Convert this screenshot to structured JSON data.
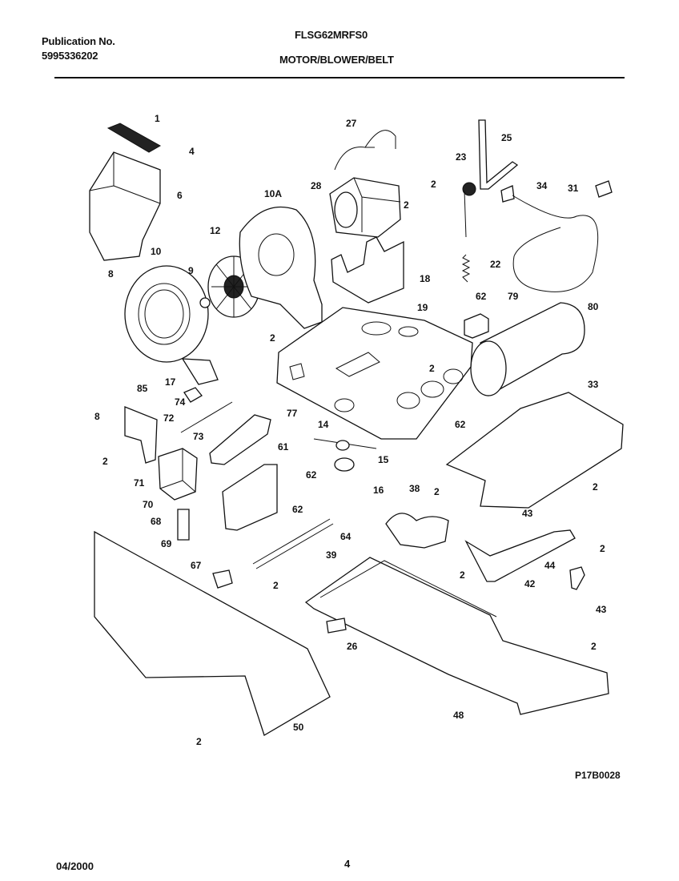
{
  "header": {
    "publication_label": "Publication No.",
    "publication_number": "5995336202",
    "model": "FLSG62MRFS0",
    "section_title": "MOTOR/BLOWER/BELT"
  },
  "diagram": {
    "figure_code": "P17B0028",
    "callouts": [
      {
        "id": "c1",
        "label": "1"
      },
      {
        "id": "c4",
        "label": "4"
      },
      {
        "id": "c6",
        "label": "6"
      },
      {
        "id": "c27",
        "label": "27"
      },
      {
        "id": "c25",
        "label": "25"
      },
      {
        "id": "c23",
        "label": "23"
      },
      {
        "id": "c2a",
        "label": "2"
      },
      {
        "id": "c34",
        "label": "34"
      },
      {
        "id": "c31",
        "label": "31"
      },
      {
        "id": "c28",
        "label": "28"
      },
      {
        "id": "c2b",
        "label": "2"
      },
      {
        "id": "c10A",
        "label": "10A"
      },
      {
        "id": "c12",
        "label": "12"
      },
      {
        "id": "c10",
        "label": "10"
      },
      {
        "id": "c9",
        "label": "9"
      },
      {
        "id": "c8a",
        "label": "8"
      },
      {
        "id": "c22",
        "label": "22"
      },
      {
        "id": "c18",
        "label": "18"
      },
      {
        "id": "c62a",
        "label": "62"
      },
      {
        "id": "c79",
        "label": "79"
      },
      {
        "id": "c80",
        "label": "80"
      },
      {
        "id": "c19",
        "label": "19"
      },
      {
        "id": "c2c",
        "label": "2"
      },
      {
        "id": "c2d",
        "label": "2"
      },
      {
        "id": "c17",
        "label": "17"
      },
      {
        "id": "c85",
        "label": "85"
      },
      {
        "id": "c74",
        "label": "74"
      },
      {
        "id": "c8b",
        "label": "8"
      },
      {
        "id": "c72",
        "label": "72"
      },
      {
        "id": "c73",
        "label": "73"
      },
      {
        "id": "c77",
        "label": "77"
      },
      {
        "id": "c14",
        "label": "14"
      },
      {
        "id": "c62b",
        "label": "62"
      },
      {
        "id": "c33",
        "label": "33"
      },
      {
        "id": "c2e",
        "label": "2"
      },
      {
        "id": "c61",
        "label": "61"
      },
      {
        "id": "c15",
        "label": "15"
      },
      {
        "id": "c71",
        "label": "71"
      },
      {
        "id": "c62c",
        "label": "62"
      },
      {
        "id": "c16",
        "label": "16"
      },
      {
        "id": "c38",
        "label": "38"
      },
      {
        "id": "c2f",
        "label": "2"
      },
      {
        "id": "c2g",
        "label": "2"
      },
      {
        "id": "c70",
        "label": "70"
      },
      {
        "id": "c62d",
        "label": "62"
      },
      {
        "id": "c43a",
        "label": "43"
      },
      {
        "id": "c68",
        "label": "68"
      },
      {
        "id": "c64",
        "label": "64"
      },
      {
        "id": "c69",
        "label": "69"
      },
      {
        "id": "c39",
        "label": "39"
      },
      {
        "id": "c2h",
        "label": "2"
      },
      {
        "id": "c67",
        "label": "67"
      },
      {
        "id": "c2i",
        "label": "2"
      },
      {
        "id": "c44",
        "label": "44"
      },
      {
        "id": "c42",
        "label": "42"
      },
      {
        "id": "c2j",
        "label": "2"
      },
      {
        "id": "c43b",
        "label": "43"
      },
      {
        "id": "c26",
        "label": "26"
      },
      {
        "id": "c2k",
        "label": "2"
      },
      {
        "id": "c48",
        "label": "48"
      },
      {
        "id": "c50",
        "label": "50"
      },
      {
        "id": "c2l",
        "label": "2"
      }
    ]
  },
  "footer": {
    "date": "04/2000",
    "page_number": "4"
  }
}
